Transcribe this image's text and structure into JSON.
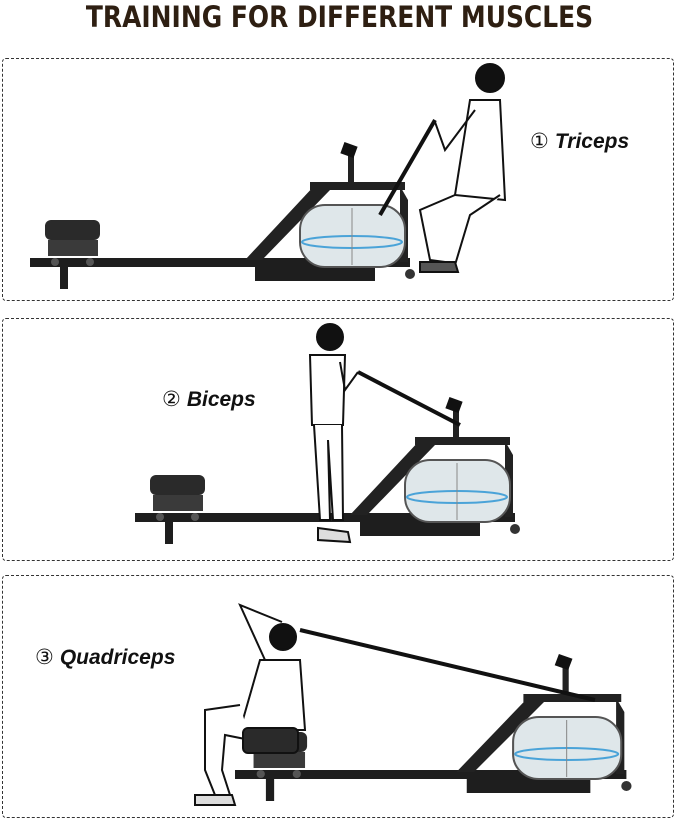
{
  "title": "TRAINING FOR DIFFERENT MUSCLES",
  "panels": [
    {
      "number": "①",
      "muscle": "Triceps"
    },
    {
      "number": "②",
      "muscle": "Biceps"
    },
    {
      "number": "③",
      "muscle": "Quadriceps"
    }
  ]
}
